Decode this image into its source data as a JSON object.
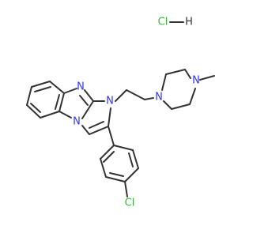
{
  "molecule": {
    "salt_formula": "HCl",
    "atoms": [
      {
        "name": "cl-salt-label",
        "text": "Cl",
        "element": "Cl"
      },
      {
        "name": "h-salt-label",
        "text": "H",
        "element": "H"
      },
      {
        "name": "n-imidazole-label",
        "text": "N",
        "element": "N"
      },
      {
        "name": "n-bridge-label",
        "text": "N",
        "element": "N"
      },
      {
        "name": "n-fused-label",
        "text": "N",
        "element": "N"
      },
      {
        "name": "n-piperazine-1-label",
        "text": "N",
        "element": "N"
      },
      {
        "name": "n-piperazine-4-label",
        "text": "N",
        "element": "N"
      },
      {
        "name": "cl-aryl-label",
        "text": "Cl",
        "element": "Cl"
      }
    ],
    "colors": {
      "bond": "#333333",
      "nitrogen": "#3333ff",
      "chlorine": "#33bb33",
      "hydrogen": "#333333"
    }
  }
}
